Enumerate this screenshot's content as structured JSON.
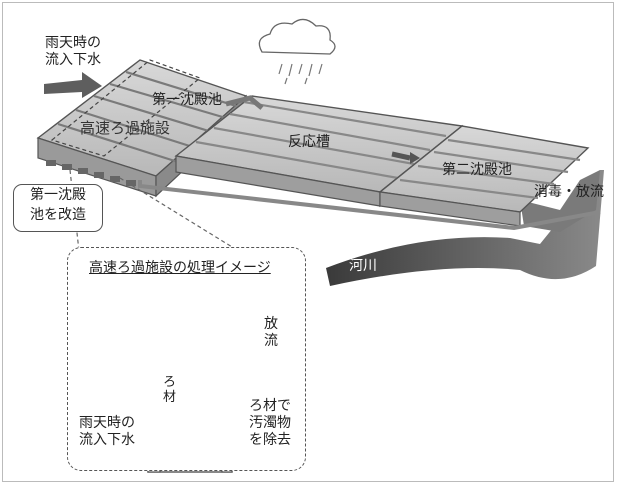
{
  "labels": {
    "rain_inflow": [
      "雨天時の",
      "流入下水"
    ],
    "first_tank": "第一沈殿池",
    "hs_filter": "高速ろ過施設",
    "reactor": "反応槽",
    "second_tank": "第二沈殿池",
    "disinfect": "消毒・放流",
    "river": "河川",
    "callout": [
      "第一沈殿",
      "池を改造"
    ]
  },
  "inset": {
    "title": "高速ろ過施設の処理イメージ",
    "discharge": [
      "放",
      "流"
    ],
    "media": [
      "ろ",
      "材"
    ],
    "remove": [
      "ろ材で",
      "汚濁物",
      "を除去"
    ],
    "inflow": [
      "雨天時の",
      "流入下水"
    ]
  },
  "colors": {
    "tank_top": "#c9c9c9",
    "tank_side": "#9e9e9e",
    "arrow": "#6a6a6a",
    "river": "#555555"
  }
}
